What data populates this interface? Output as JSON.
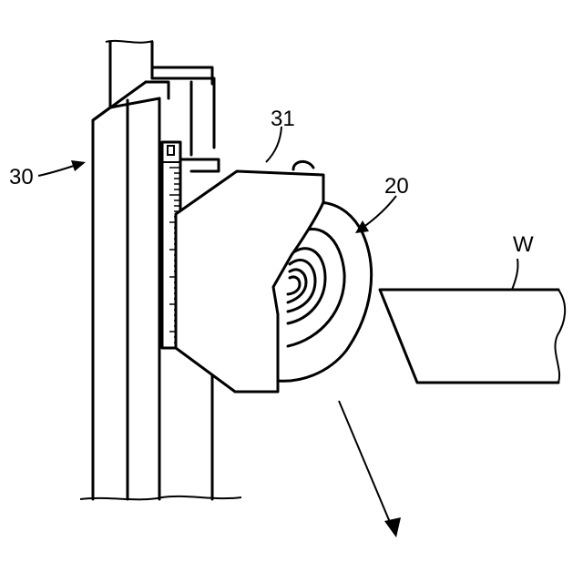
{
  "labels": {
    "frame": "30",
    "head": "31",
    "disk": "20",
    "workpiece": "W"
  },
  "colors": {
    "stroke": "#000000",
    "background": "#ffffff"
  }
}
